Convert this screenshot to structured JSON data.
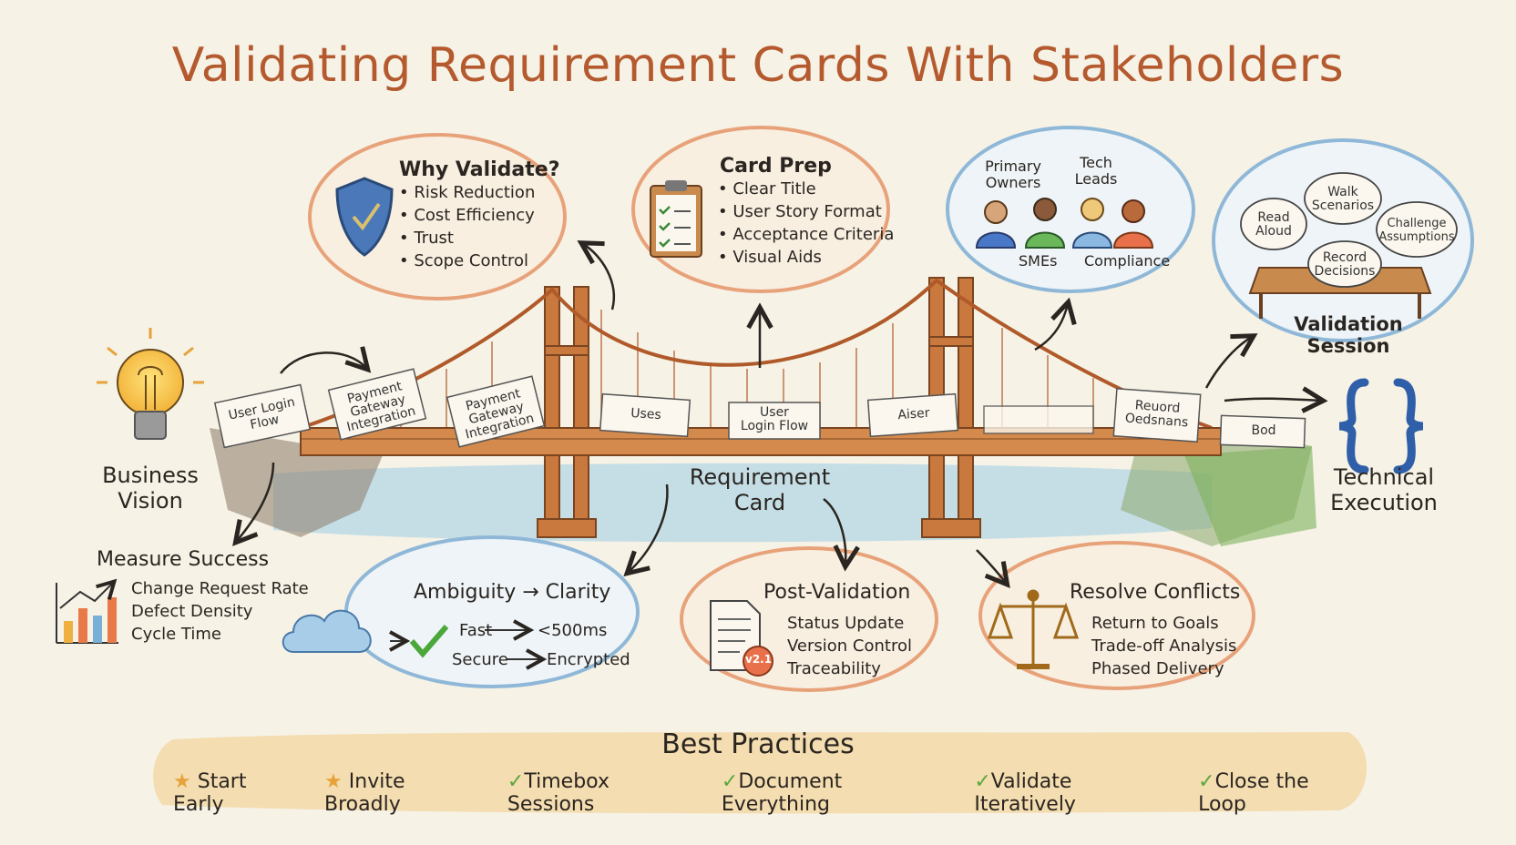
{
  "title": "Validating Requirement Cards With Stakeholders",
  "left_label": [
    "Business",
    "Vision"
  ],
  "right_label": [
    "Technical",
    "Execution"
  ],
  "center_label": [
    "Requirement",
    "Card"
  ],
  "why_validate": {
    "title": "Why Validate?",
    "items": [
      "Risk Reduction",
      "Cost Efficiency",
      "Trust",
      "Scope Control"
    ]
  },
  "card_prep": {
    "title": "Card Prep",
    "items": [
      "Clear Title",
      "User Story Format",
      "Acceptance Criteria",
      "Visual Aids"
    ]
  },
  "stakeholders": {
    "primary": [
      "Primary",
      "Owners"
    ],
    "tech": [
      "Tech",
      "Leads"
    ],
    "smes": "SMEs",
    "compliance": "Compliance"
  },
  "validation_session": {
    "title": "Validation Session",
    "bubbles": [
      [
        "Read",
        "Aloud"
      ],
      [
        "Walk",
        "Scenarios"
      ],
      [
        "Challenge",
        "Assumptions"
      ],
      [
        "Record",
        "Decisions"
      ]
    ]
  },
  "bridge_cards": [
    [
      "User Login",
      "Flow"
    ],
    [
      "Payment",
      "Gateway",
      "Integration"
    ],
    [
      "Payment",
      "Gateway",
      "Integration"
    ],
    [
      "Uses"
    ],
    [
      "User",
      "Login Flow"
    ],
    [
      "Aiser"
    ],
    [
      "Reuord",
      "Oedsnans"
    ],
    [
      "Bod"
    ]
  ],
  "measure_success": {
    "title": "Measure Success",
    "items": [
      "Change Request Rate",
      "Defect Density",
      "Cycle Time"
    ]
  },
  "ambiguity": {
    "title": "Ambiguity → Clarity",
    "rows": [
      {
        "from": "Fast",
        "to": "<500ms"
      },
      {
        "from": "Secure",
        "to": "Encrypted"
      }
    ]
  },
  "post_validation": {
    "title": "Post-Validation",
    "items": [
      "Status Update",
      "Version Control",
      "Traceability"
    ],
    "badge": "v2.1"
  },
  "resolve_conflicts": {
    "title": "Resolve Conflicts",
    "items": [
      "Return to Goals",
      "Trade-off Analysis",
      "Phased Delivery"
    ]
  },
  "best_practices": {
    "title": "Best Practices",
    "items": [
      {
        "mark": "star",
        "label": "Start Early"
      },
      {
        "mark": "star",
        "label": "Invite Broadly"
      },
      {
        "mark": "check",
        "label": "Timebox Sessions"
      },
      {
        "mark": "check",
        "label": "Document Everything"
      },
      {
        "mark": "check",
        "label": "Validate Iteratively"
      },
      {
        "mark": "check",
        "label": "Close the Loop"
      }
    ]
  },
  "colors": {
    "title": "#b45a2e",
    "bridge": "#c9783e",
    "water": "#b9d8e6",
    "bubble_warm": "#e8a27a",
    "bubble_cool": "#8fb8d8",
    "best_practice_band": "#f3d9a6"
  }
}
